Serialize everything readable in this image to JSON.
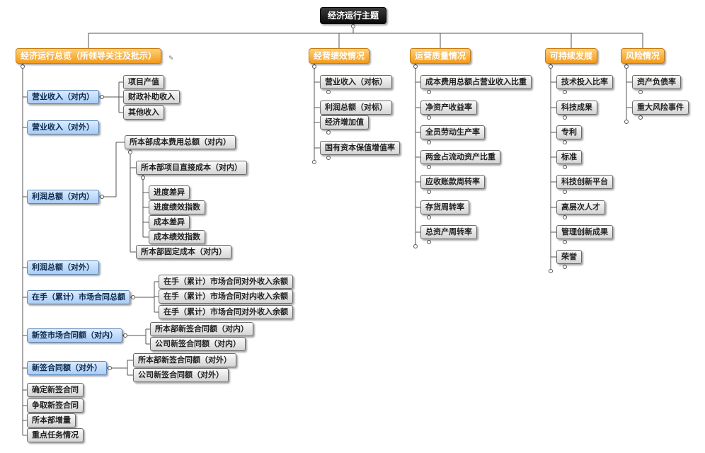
{
  "root": {
    "label": "经济运行主题"
  },
  "categories": [
    {
      "label": "经济运行总览（所领导关注及批示）"
    },
    {
      "label": "经营绩效情况"
    },
    {
      "label": "运营质量情况"
    },
    {
      "label": "可持续发展"
    },
    {
      "label": "风险情况"
    }
  ],
  "overview": {
    "items": [
      {
        "label": "营业收入（对内）",
        "children": [
          "项目产值",
          "财政补助收入",
          "其他收入"
        ]
      },
      {
        "label": "营业收入（对外）"
      },
      {
        "label": "利润总额（对内）",
        "children": [
          "所本部成本费用总额（对内）",
          "所本部项目直接成本（对内）",
          "进度差异",
          "进度绩效指数",
          "成本差异",
          "成本绩效指数",
          "所本部固定成本（对内）"
        ]
      },
      {
        "label": "利润总额（对外）"
      },
      {
        "label": "在手（累计）市场合同总额",
        "children": [
          "在手（累计）市场合同对外收入余额",
          "在手（累计）市场合同对内收入余额",
          "在手（累计）市场合同对外收入余额"
        ]
      },
      {
        "label": "新签市场合同额（对内）",
        "children": [
          "所本部新签合同额（对内）",
          "公司新签合同额（对内）"
        ]
      },
      {
        "label": "新签合同额（对外）",
        "children": [
          "所本部新签合同额（对外）",
          "公司新签合同额（对外）"
        ]
      },
      {
        "label": "确定新签合同"
      },
      {
        "label": "争取新签合同"
      },
      {
        "label": "所本部增量"
      },
      {
        "label": "重点任务情况"
      }
    ]
  },
  "performance": [
    "营业收入（对标）",
    "利润总额（对标）",
    "经济增加值",
    "国有资本保值增值率"
  ],
  "quality": [
    "成本费用总额占营业收入比重",
    "净资产收益率",
    "全员劳动生产率",
    "两金占流动资产比重",
    "应收账款周转率",
    "存货周转率",
    "总资产周转率"
  ],
  "sustainable": [
    "技术投入比率",
    "科技成果",
    "专利",
    "标准",
    "科技创新平台",
    "高层次人才",
    "管理创新成果",
    "荣誉"
  ],
  "risk": [
    "资产负债率",
    "重大风险事件"
  ],
  "colors": {
    "root": "#111111",
    "category": "#f39a1b",
    "blue": "#a9cdf5",
    "gray": "#d4d4d4"
  }
}
